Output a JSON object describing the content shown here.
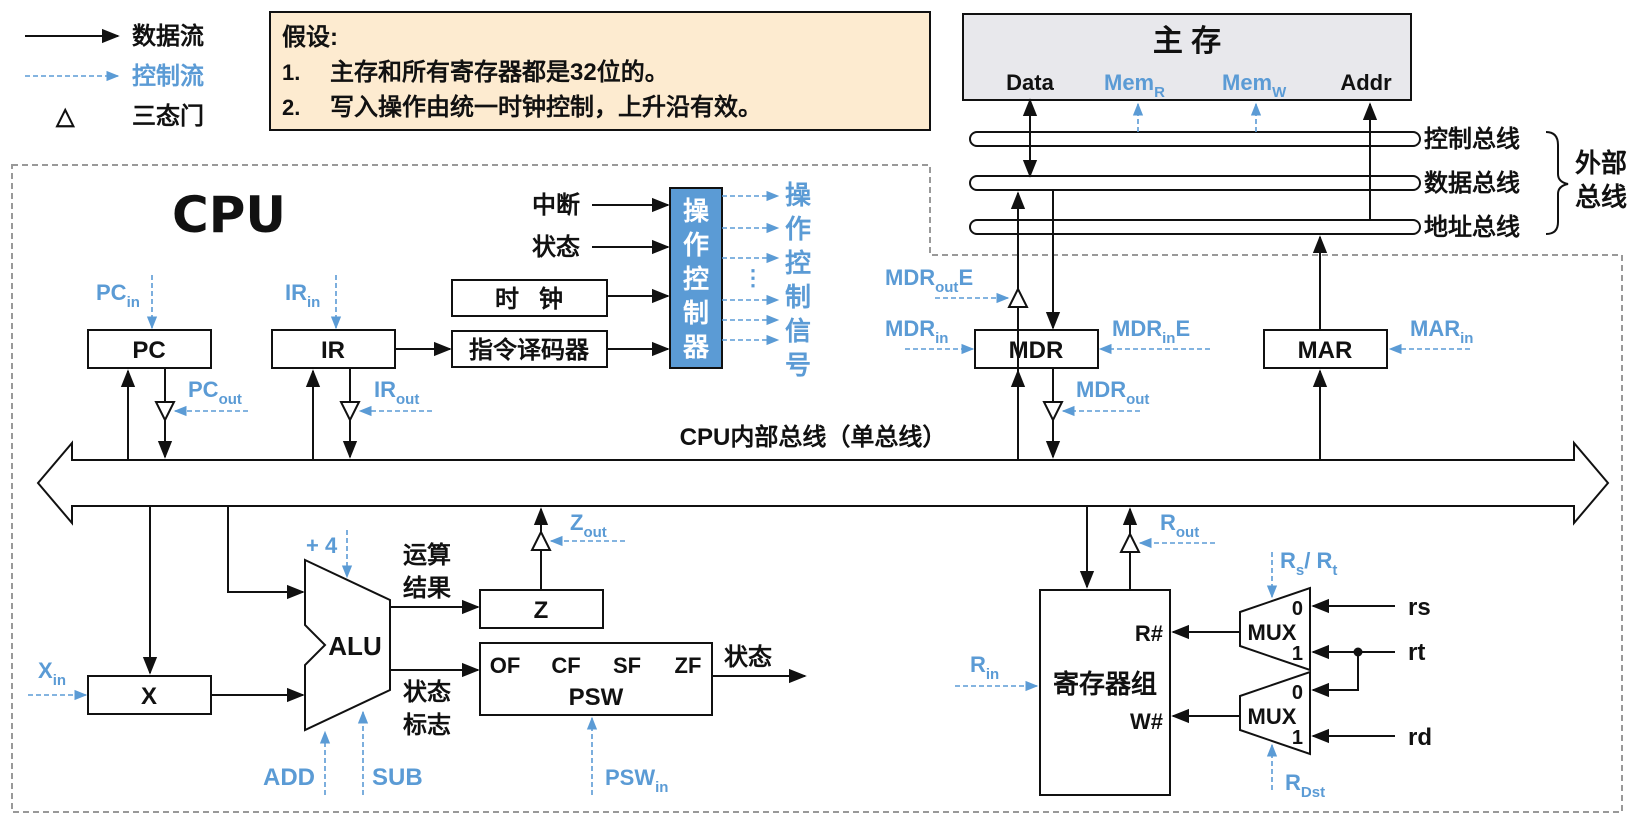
{
  "legend": {
    "data_flow": "数据流",
    "control_flow": "控制流",
    "tristate": "三态门",
    "tristate_symbol": "△"
  },
  "assumption": {
    "title": "假设:",
    "items": [
      {
        "num": "1.",
        "text": "主存和所有寄存器都是32位的。"
      },
      {
        "num": "2.",
        "text": "写入操作由统一时钟控制，上升沿有效。"
      }
    ]
  },
  "memory": {
    "title": "主 存",
    "data": "Data",
    "memr": "Mem",
    "memr_sub": "R",
    "memw": "Mem",
    "memw_sub": "W",
    "addr": "Addr"
  },
  "buses": {
    "control": "控制总线",
    "data": "数据总线",
    "address": "地址总线",
    "external1": "外部",
    "external2": "总线",
    "internal": "CPU内部总线（单总线）"
  },
  "cpu": {
    "title": "CPU",
    "interrupt": "中断",
    "status_in": "状态",
    "clock": "时   钟",
    "decoder": "指令译码器",
    "controller": [
      "操",
      "作",
      "控",
      "制",
      "器"
    ],
    "signals": [
      "操",
      "作",
      "控",
      "制",
      "信",
      "号"
    ],
    "signal_dots": "⋮"
  },
  "registers": {
    "pc": "PC",
    "ir": "IR",
    "mdr": "MDR",
    "mar": "MAR",
    "z": "Z",
    "x": "X",
    "alu": "ALU",
    "psw": "PSW",
    "flags": [
      "OF",
      "CF",
      "SF",
      "ZF"
    ],
    "regfile": "寄存器组",
    "rnum": "R#",
    "wnum": "W#",
    "mux": "MUX"
  },
  "signals": {
    "pcin": [
      "PC",
      "in"
    ],
    "pcout": [
      "PC",
      "out"
    ],
    "irin": [
      "IR",
      "in"
    ],
    "irout": [
      "IR",
      "out"
    ],
    "mdroute": [
      "MDR",
      "out",
      "E"
    ],
    "mdrin": [
      "MDR",
      "in"
    ],
    "mdrine": [
      "MDR",
      "in",
      "E"
    ],
    "mdrout": [
      "MDR",
      "out"
    ],
    "marin": [
      "MAR",
      "in"
    ],
    "zout": [
      "Z",
      "out"
    ],
    "xin": [
      "X",
      "in"
    ],
    "plus4": "+ 4",
    "add": "ADD",
    "sub": "SUB",
    "pswin": [
      "PSW",
      "in"
    ],
    "rout": [
      "R",
      "out"
    ],
    "rin": [
      "R",
      "in"
    ],
    "rsrt": [
      "R",
      "s",
      "/ R",
      "t"
    ],
    "rdst": [
      "R",
      "Dst"
    ]
  },
  "labels": {
    "alu_result1": "运算",
    "alu_result2": "结果",
    "status_flag1": "状态",
    "status_flag2": "标志",
    "status_out": "状态",
    "mux0": "0",
    "mux1": "1",
    "rs": "rs",
    "rt": "rt",
    "rd": "rd"
  },
  "colors": {
    "accent_blue": "#5b9bd5",
    "controller_fill": "#5b9bd5",
    "assumption_bg": "#fdebd0",
    "memory_bg": "#e8e8ec"
  }
}
